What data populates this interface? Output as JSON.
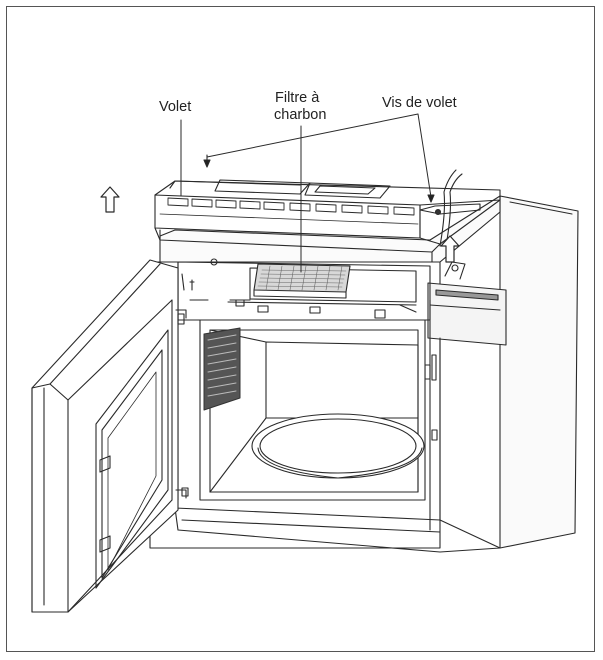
{
  "labels": {
    "flap": "Volet",
    "filter_line1": "Filtre à",
    "filter_line2": "charbon",
    "flap_screws": "Vis de volet"
  },
  "colors": {
    "line": "#2a2a2a",
    "frame": "#555555",
    "grille": "#333333",
    "filter_fill": "#d8d8d8"
  },
  "icons": [
    "up-arrow-icon",
    "screw-icon"
  ]
}
